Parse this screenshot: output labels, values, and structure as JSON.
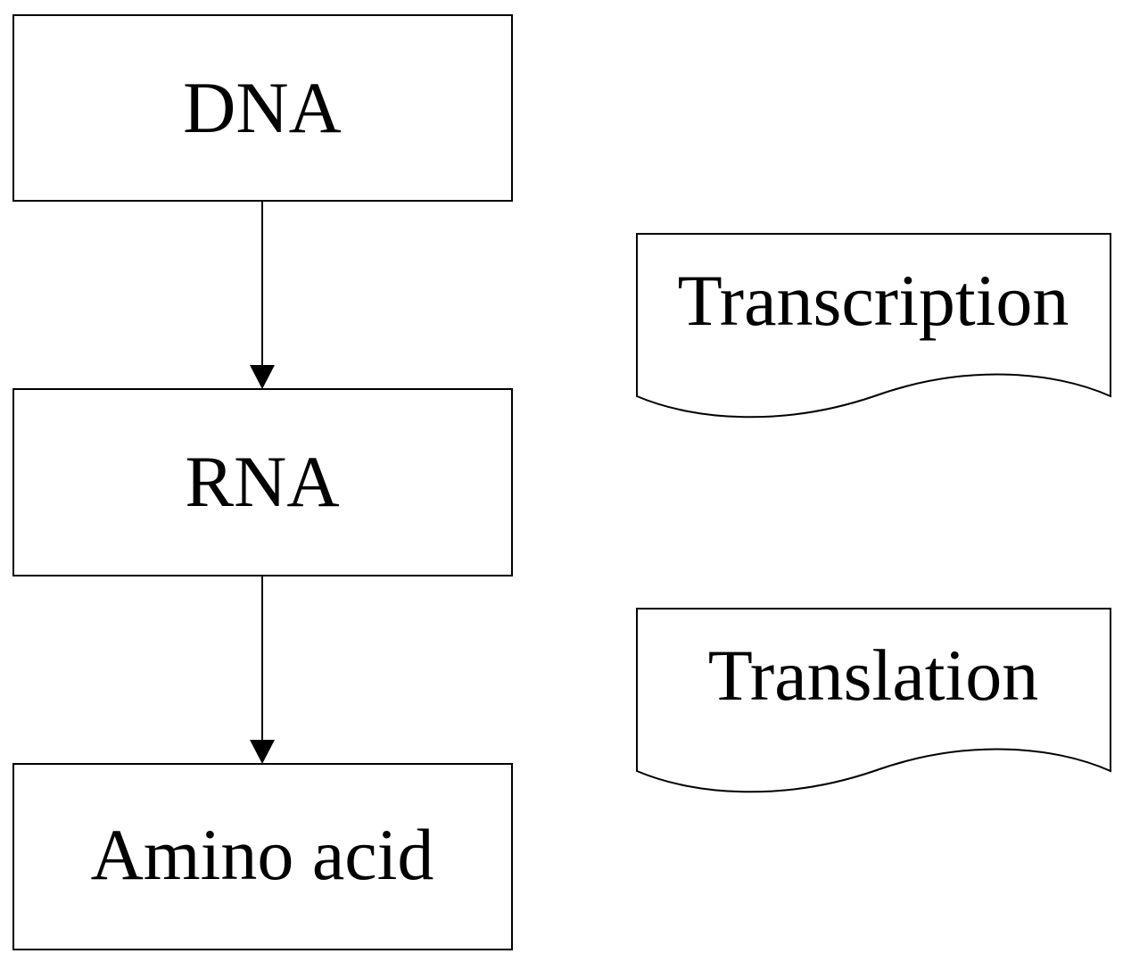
{
  "boxes": [
    {
      "id": "dna",
      "label": "DNA"
    },
    {
      "id": "rna",
      "label": "RNA"
    },
    {
      "id": "amino-acid",
      "label": "Amino acid"
    }
  ],
  "process_notes": [
    {
      "id": "transcription",
      "label": "Transcription"
    },
    {
      "id": "translation",
      "label": "Translation"
    }
  ],
  "colors": {
    "stroke": "#000000",
    "fill": "#ffffff",
    "text": "#000000"
  }
}
